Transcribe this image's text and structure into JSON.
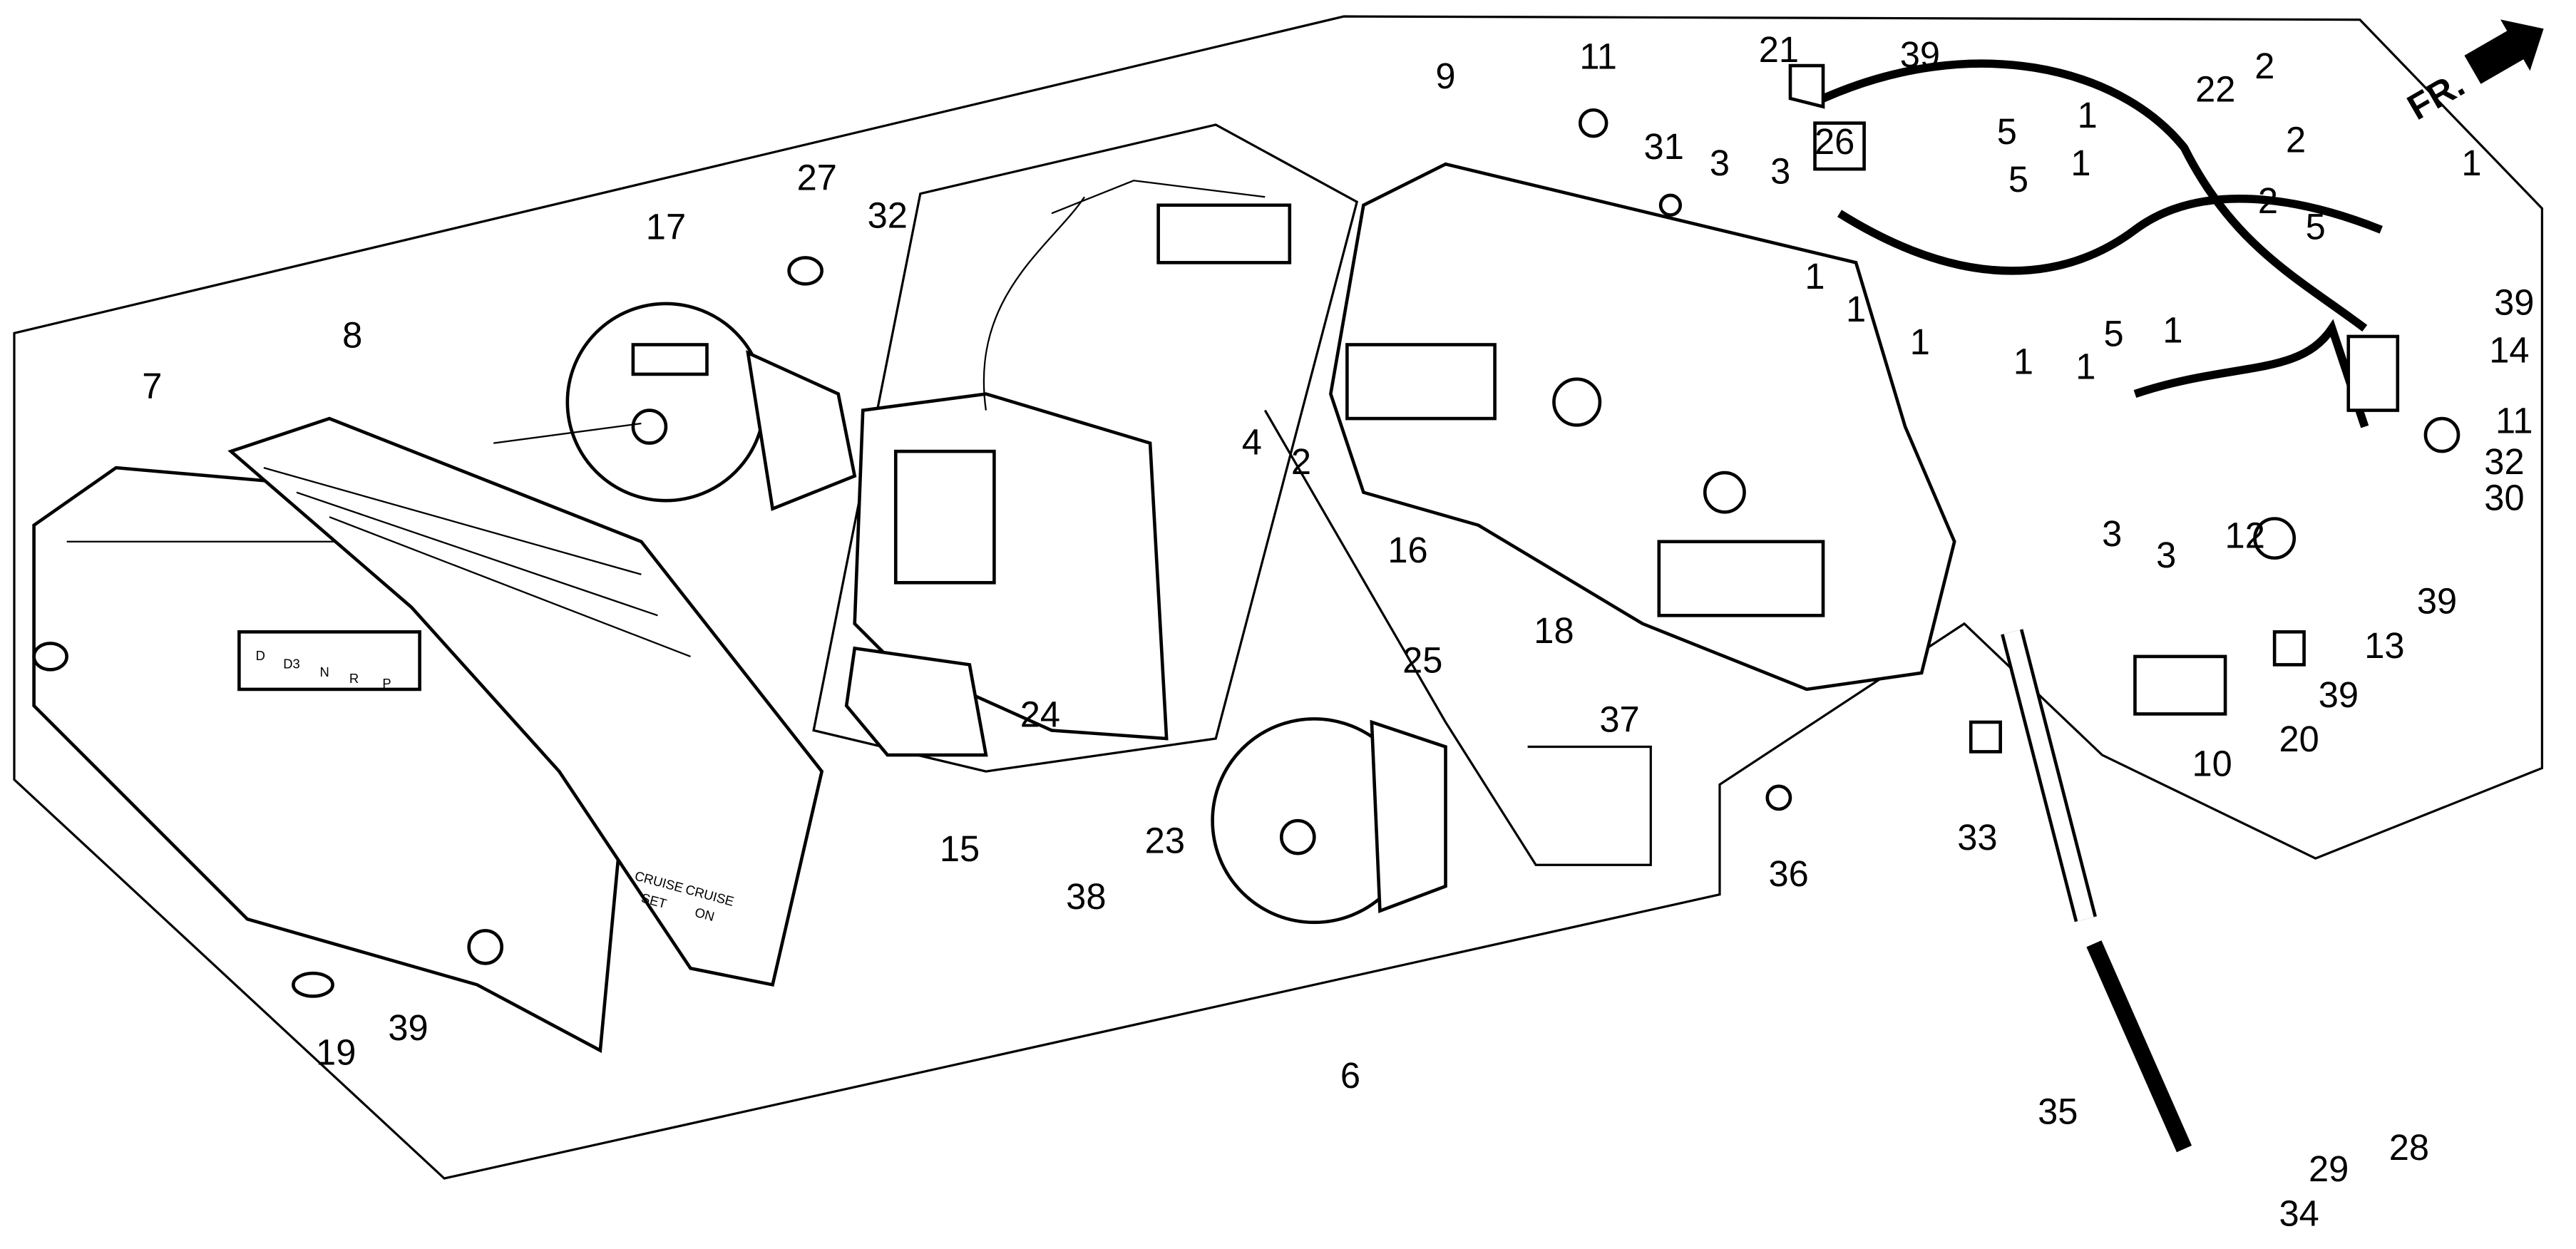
{
  "diagram": {
    "direction_label": "FR.",
    "callouts": [
      "7",
      "8",
      "17",
      "27",
      "32",
      "15",
      "24",
      "38",
      "23",
      "4",
      "2",
      "16",
      "25",
      "9",
      "11",
      "21",
      "39",
      "26",
      "31",
      "3",
      "3",
      "1",
      "1",
      "1",
      "5",
      "1",
      "22",
      "2",
      "2",
      "5",
      "1",
      "2",
      "5",
      "1",
      "5",
      "1",
      "39",
      "14",
      "1",
      "1",
      "11",
      "32",
      "30",
      "3",
      "3",
      "12",
      "39",
      "13",
      "39",
      "10",
      "20",
      "18",
      "37",
      "36",
      "33",
      "6",
      "19",
      "39",
      "35",
      "29",
      "28",
      "34"
    ],
    "gauge_text": {
      "shift_indicator": [
        "D",
        "D3",
        "N",
        "R",
        "P"
      ],
      "cruise_labels": [
        "CRUISE",
        "CRUISE",
        "SET",
        "ON"
      ]
    }
  }
}
